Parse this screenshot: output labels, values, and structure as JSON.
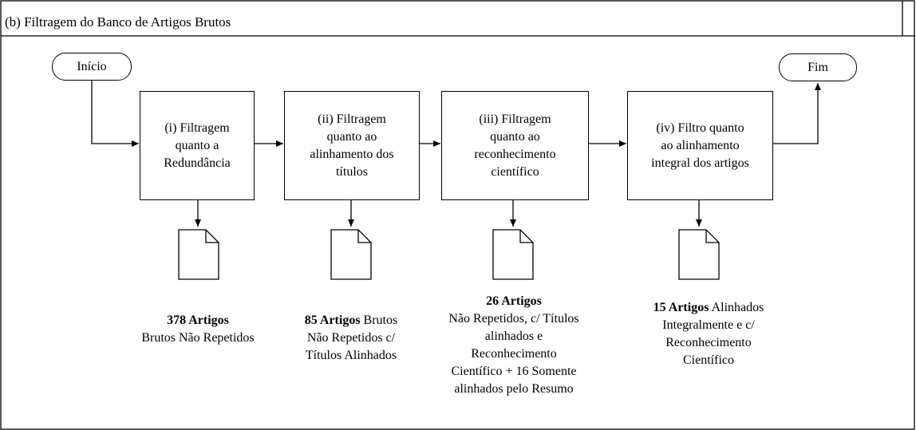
{
  "title": "(b) Filtragem do Banco de Artigos Brutos",
  "start_label": "Início",
  "end_label": "Fim",
  "steps": [
    {
      "lines": [
        "(i) Filtragem",
        "quanto a",
        "Redundância"
      ]
    },
    {
      "lines": [
        "(ii) Filtragem",
        "quanto ao",
        "alinhamento dos",
        "títulos"
      ]
    },
    {
      "lines": [
        "(iii) Filtragem",
        "quanto ao",
        "reconhecimento",
        "científico"
      ]
    },
    {
      "lines": [
        "(iv) Filtro quanto",
        "ao alinhamento",
        "integral dos artigos"
      ]
    }
  ],
  "outputs": [
    {
      "count": "378 Artigos",
      "lines": [
        "Brutos Não Repetidos"
      ]
    },
    {
      "count": "85 Artigos",
      "first_rest": "Brutos",
      "lines": [
        "Não Repetidos c/",
        "Títulos Alinhados"
      ]
    },
    {
      "count": "26 Artigos",
      "lines": [
        "Não Repetidos, c/ Títulos",
        "alinhados e",
        "Reconhecimento",
        "Científico + 16 Somente",
        "alinhados pelo Resumo"
      ]
    },
    {
      "count": "15 Artigos",
      "first_rest": "Alinhados",
      "lines": [
        "Integralmente e c/",
        "Reconhecimento",
        "Científico"
      ]
    }
  ]
}
